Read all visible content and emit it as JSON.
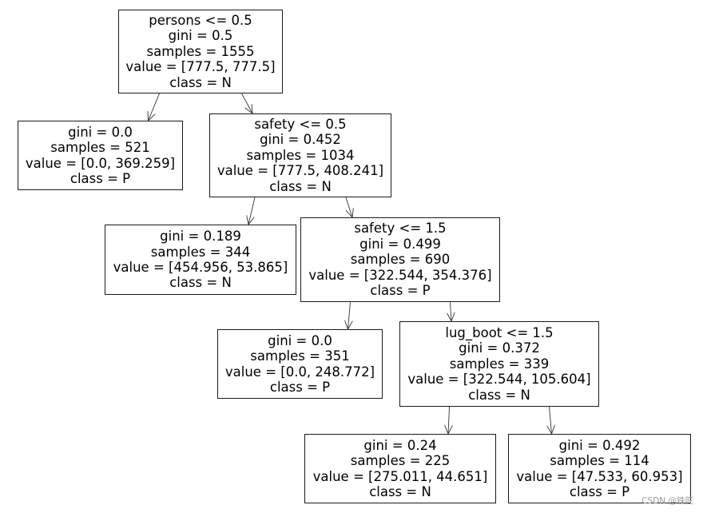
{
  "tree": {
    "nodes": [
      {
        "id": "root",
        "lines": [
          "persons <= 0.5",
          "gini = 0.5",
          "samples = 1555",
          "value = [777.5, 777.5]",
          "class = N"
        ]
      },
      {
        "id": "n1",
        "lines": [
          "gini = 0.0",
          "samples = 521",
          "value = [0.0, 369.259]",
          "class = P"
        ]
      },
      {
        "id": "n2",
        "lines": [
          "safety <= 0.5",
          "gini = 0.452",
          "samples = 1034",
          "value = [777.5, 408.241]",
          "class = N"
        ]
      },
      {
        "id": "n3",
        "lines": [
          "gini = 0.189",
          "samples = 344",
          "value = [454.956, 53.865]",
          "class = N"
        ]
      },
      {
        "id": "n4",
        "lines": [
          "safety <= 1.5",
          "gini = 0.499",
          "samples = 690",
          "value = [322.544, 354.376]",
          "class = P"
        ]
      },
      {
        "id": "n5",
        "lines": [
          "gini = 0.0",
          "samples = 351",
          "value = [0.0, 248.772]",
          "class = P"
        ]
      },
      {
        "id": "n6",
        "lines": [
          "lug_boot <= 1.5",
          "gini = 0.372",
          "samples = 339",
          "value = [322.544, 105.604]",
          "class = N"
        ]
      },
      {
        "id": "n7",
        "lines": [
          "gini = 0.24",
          "samples = 225",
          "value = [275.011, 44.651]",
          "class = N"
        ]
      },
      {
        "id": "n8",
        "lines": [
          "gini = 0.492",
          "samples = 114",
          "value = [47.533, 60.953]",
          "class = P"
        ]
      }
    ],
    "edges": [
      {
        "from": "root",
        "to": "n1"
      },
      {
        "from": "root",
        "to": "n2"
      },
      {
        "from": "n2",
        "to": "n3"
      },
      {
        "from": "n2",
        "to": "n4"
      },
      {
        "from": "n4",
        "to": "n5"
      },
      {
        "from": "n4",
        "to": "n6"
      },
      {
        "from": "n6",
        "to": "n7"
      },
      {
        "from": "n6",
        "to": "n8"
      }
    ]
  },
  "watermark": "CSDN @铁匠"
}
